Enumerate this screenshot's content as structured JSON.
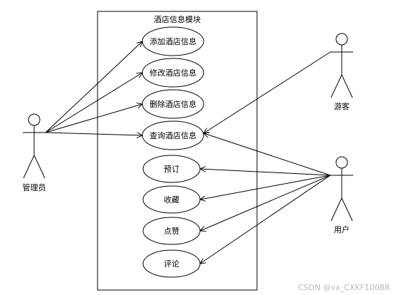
{
  "diagram": {
    "system_title": "酒店信息模块",
    "actors": [
      {
        "id": "admin",
        "label": "管理员"
      },
      {
        "id": "tourist",
        "label": "游客"
      },
      {
        "id": "user",
        "label": "用户"
      }
    ],
    "use_cases": [
      {
        "id": "add",
        "label": "添加酒店信息"
      },
      {
        "id": "edit",
        "label": "修改酒店信息"
      },
      {
        "id": "delete",
        "label": "删除酒店信息"
      },
      {
        "id": "query",
        "label": "查询酒店信息"
      },
      {
        "id": "book",
        "label": "预订"
      },
      {
        "id": "fav",
        "label": "收藏"
      },
      {
        "id": "like",
        "label": "点赞"
      },
      {
        "id": "comment",
        "label": "评论"
      }
    ],
    "associations": [
      {
        "from": "admin",
        "to": "add"
      },
      {
        "from": "admin",
        "to": "edit"
      },
      {
        "from": "admin",
        "to": "delete"
      },
      {
        "from": "admin",
        "to": "query"
      },
      {
        "from": "tourist",
        "to": "query"
      },
      {
        "from": "user",
        "to": "query"
      },
      {
        "from": "user",
        "to": "book"
      },
      {
        "from": "user",
        "to": "fav"
      },
      {
        "from": "user",
        "to": "like"
      },
      {
        "from": "user",
        "to": "comment"
      }
    ]
  },
  "watermark": "CSDN @vx_CXKF10088"
}
